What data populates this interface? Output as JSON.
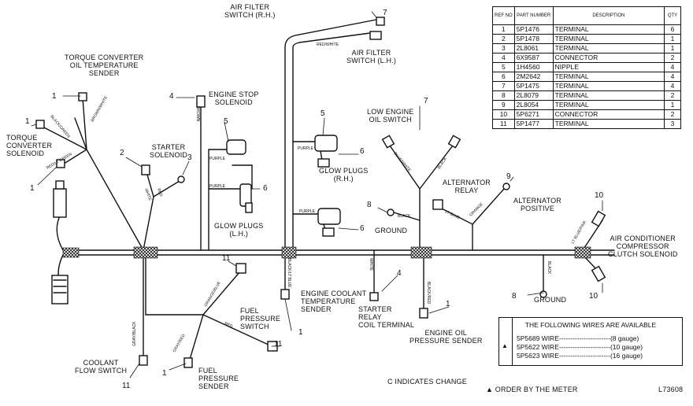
{
  "labels": {
    "air_filter_rh": "AIR FILTER\nSWITCH (R.H.)",
    "air_filter_lh": "AIR FILTER\nSWITCH (L.H.)",
    "torque_temp": "TORQUE CONVERTER\nOIL TEMPERATURE\nSENDER",
    "torque_solenoid": "TORQUE\nCONVERTER\nSOLENOID",
    "engine_stop": "ENGINE STOP\nSOLENOID",
    "starter_solenoid": "STARTER\nSOLENOID",
    "glow_plugs_rh": "GLOW PLUGS\n(R.H.)",
    "glow_plugs_lh": "GLOW PLUGS\n(L.H.)",
    "low_engine_oil": "LOW ENGINE\nOIL SWITCH",
    "alternator_relay": "ALTERNATOR\nRELAY",
    "alternator_positive": "ALTERNATOR\nPOSITIVE",
    "ground_1": "GROUND",
    "ground_2": "GROUND",
    "ac_clutch": "AIR CONDITIONER\nCOMPRESSOR\nCLUTCH SOLENOID",
    "coolant_temp": "ENGINE COOLANT\nTEMPERATURE\nSENDER",
    "starter_relay": "STARTER\nRELAY\nCOIL TERMINAL",
    "oil_pressure": "ENGINE OIL\nPRESSURE SENDER",
    "fuel_pressure_switch": "FUEL\nPRESSURE\nSWITCH",
    "fuel_pressure_sender": "FUEL\nPRESSURE\nSENDER",
    "coolant_flow": "COOLANT\nFLOW SWITCH",
    "change_note": "C INDICATES CHANGE",
    "order_note": "▲ ORDER BY THE METER",
    "figure_id": "L73608"
  },
  "callouts": {
    "n7a": "7",
    "n1a": "1",
    "n1b": "1",
    "n1c": "1",
    "n4a": "4",
    "n5a": "5",
    "n2a": "2",
    "n3a": "3",
    "n6a": "6",
    "n5b": "5",
    "n6b": "6",
    "n6c": "6",
    "n7b": "7",
    "n9a": "9",
    "n8a": "8",
    "n10a": "10",
    "n10b": "10",
    "n11a": "11",
    "n11b": "11",
    "n11c": "11",
    "n4b": "4",
    "n1d": "1",
    "n1e": "1",
    "n1f": "1",
    "n8b": "8",
    "n1g": "1"
  },
  "wire_colors": {
    "red_white": "RED/WHITE",
    "black_green": "BLACK/GREEN",
    "brown_white": "BROWN/WHITE",
    "red_lt_green": "RED/LT GREEN",
    "white": "WHITE",
    "red": "RED",
    "brown": "BROWN",
    "purple": "PURPLE",
    "blue_white": "BLUE/WHITE",
    "black": "BLACK",
    "lt_blue": "LT BLUE",
    "orange": "ORANGE",
    "lt_blue_pink": "LT BLUE/PINK",
    "black_lt_blue": "BLACK/LT BLUE",
    "black_red": "BLACK/RED",
    "orange_blue": "ORANGE/BLUE",
    "gray_red": "GRAY/RED",
    "gray_black": "GRAY/BLACK"
  },
  "parts_table": {
    "headers": [
      "REF NO",
      "PART NUMBER",
      "DESCRIPTION",
      "QTY"
    ],
    "rows": [
      [
        "1",
        "5P1476",
        "TERMINAL",
        "6"
      ],
      [
        "2",
        "5P1478",
        "TERMINAL",
        "1"
      ],
      [
        "3",
        "2L8061",
        "TERMINAL",
        "1"
      ],
      [
        "4",
        "6X9587",
        "CONNECTOR",
        "2"
      ],
      [
        "5",
        "1H4560",
        "NIPPLE",
        "4"
      ],
      [
        "6",
        "2M2642",
        "TERMINAL",
        "4"
      ],
      [
        "7",
        "5P1475",
        "TERMINAL",
        "4"
      ],
      [
        "8",
        "2L8079",
        "TERMINAL",
        "2"
      ],
      [
        "9",
        "2L8054",
        "TERMINAL",
        "1"
      ],
      [
        "10",
        "5P6271",
        "CONNECTOR",
        "2"
      ],
      [
        "11",
        "5P1477",
        "TERMINAL",
        "3"
      ]
    ]
  },
  "wire_box": {
    "title": "THE FOLLOWING WIRES ARE AVAILABLE",
    "marker": "▲",
    "rows": [
      "5P5689 WIRE-----------------------(8 gauge)",
      "5P5622 WIRE-----------------------(10 gauge)",
      "5P5623 WIRE-----------------------(16 gauge)"
    ]
  }
}
